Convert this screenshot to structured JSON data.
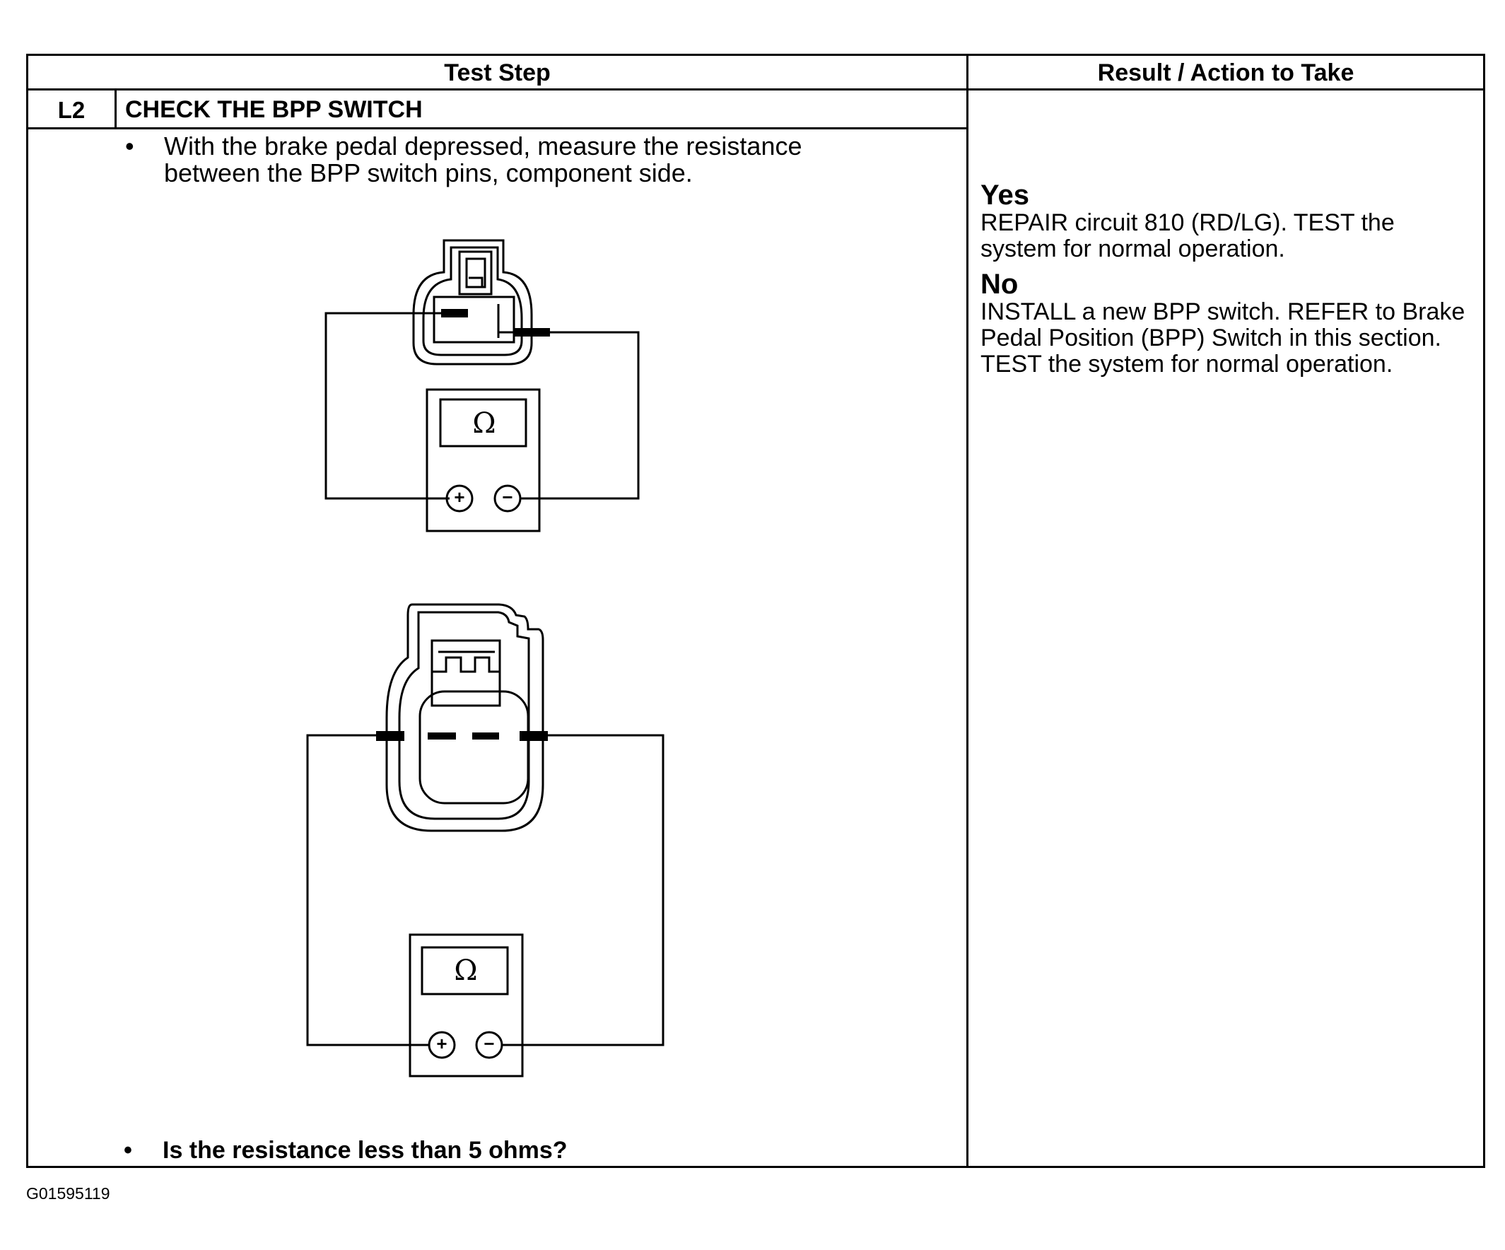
{
  "table": {
    "header_test_step": "Test Step",
    "header_result": "Result / Action to Take",
    "step_id": "L2",
    "step_title": "CHECK THE BPP SWITCH",
    "instruction": "With the brake pedal depressed, measure the resistance between the BPP switch pins, component side.",
    "question": "Is the resistance less than 5 ohms?",
    "bullet": "•"
  },
  "result": {
    "yes_label": "Yes",
    "yes_text": "REPAIR circuit 810 (RD/LG). TEST the system for normal operation.",
    "no_label": "No",
    "no_text": "INSTALL a new BPP switch. REFER to Brake Pedal Position (BPP) Switch in this section. TEST the system for normal operation."
  },
  "diagram": {
    "meter_symbol": "Ω",
    "plus_symbol": "+",
    "minus_symbol": "−"
  },
  "footer": {
    "figure_code": "G01595119"
  }
}
